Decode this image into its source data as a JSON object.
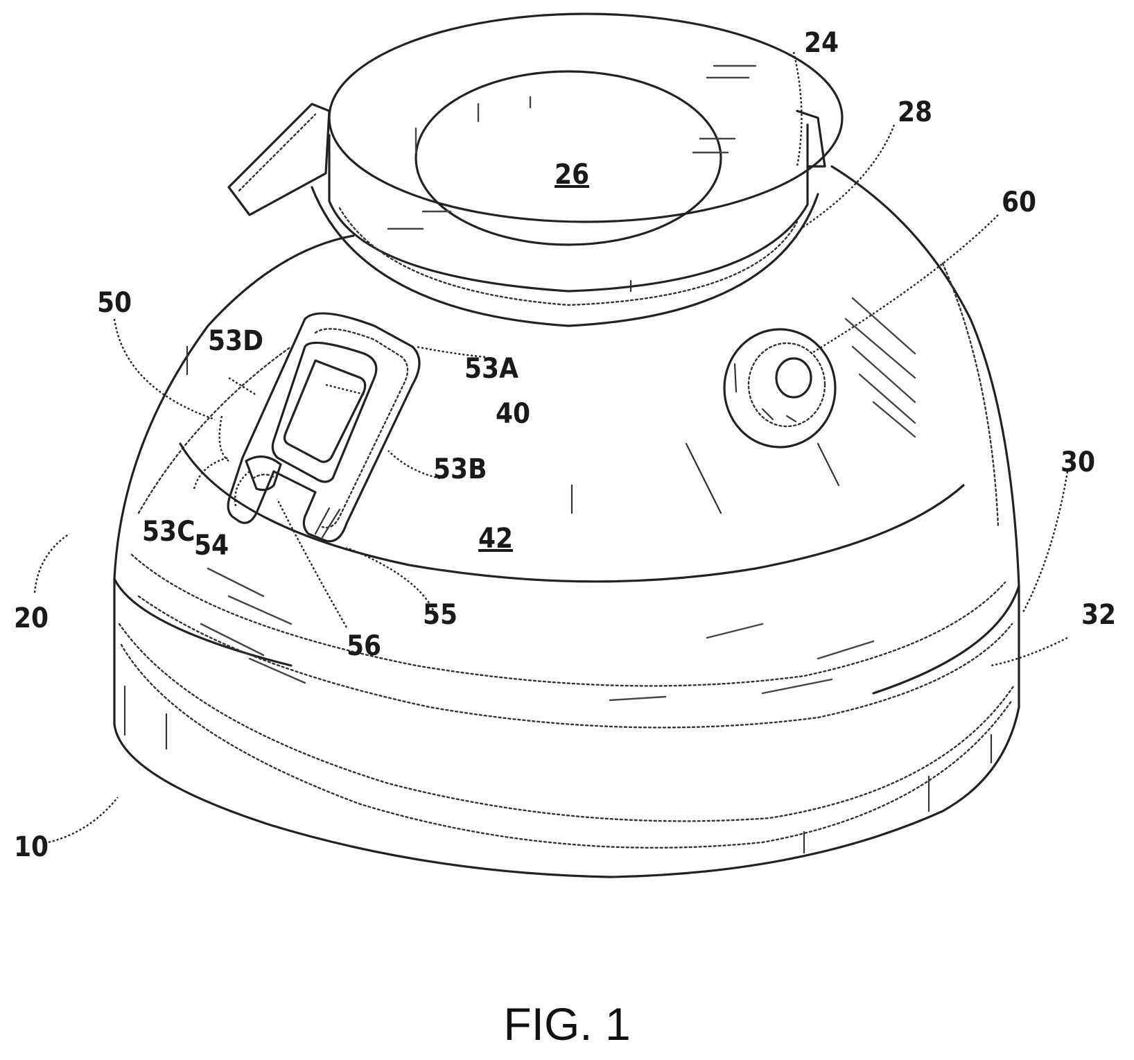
{
  "figure": {
    "caption": "FIG. 1",
    "labels": {
      "ref_10": "10",
      "ref_20": "20",
      "ref_24": "24",
      "ref_26": "26",
      "ref_28": "28",
      "ref_30": "30",
      "ref_32": "32",
      "ref_40": "40",
      "ref_42": "42",
      "ref_50": "50",
      "ref_53A": "53A",
      "ref_53B": "53B",
      "ref_53C": "53C",
      "ref_53D": "53D",
      "ref_54": "54",
      "ref_55": "55",
      "ref_56": "56",
      "ref_60": "60"
    }
  }
}
